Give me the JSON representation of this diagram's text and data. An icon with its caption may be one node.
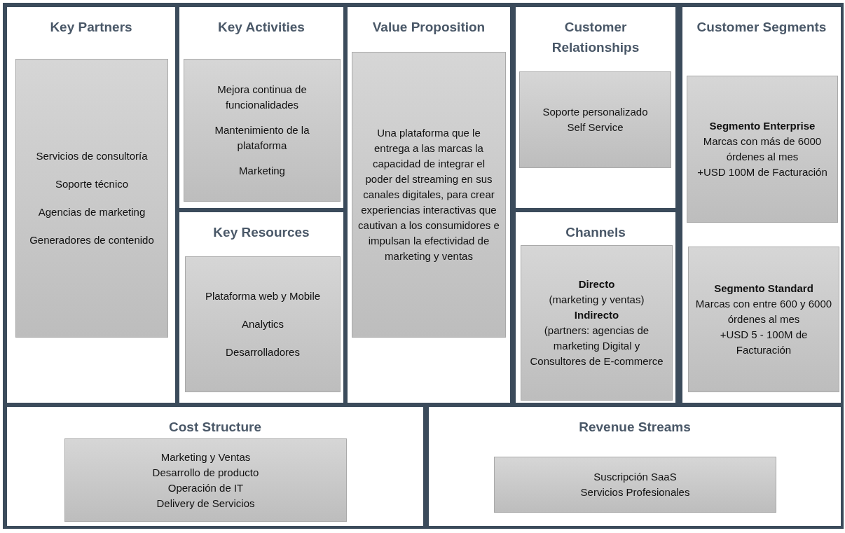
{
  "diagram": {
    "nodes": [
      {
        "text": [
          "Key Partners"
        ]
      },
      {
        "text": [
          "Servicios de consultoría",
          "Soporte técnico",
          "Agencias de marketing",
          "Generadores de contenido"
        ],
        "in": 0
      },
      {
        "text": [
          "Key Activities"
        ]
      },
      {
        "text": [
          "Mejora continua de funcionalidades",
          "Mantenimiento de la plataforma",
          "Marketing"
        ],
        "in": 2
      },
      {
        "text": [
          "Key Resources"
        ]
      },
      {
        "text": [
          "Plataforma web y Mobile",
          "Analytics",
          "Desarrolladores"
        ],
        "in": 4
      },
      {
        "text": [
          "Value Proposition"
        ]
      },
      {
        "text": [
          "Una plataforma que le entrega a las marcas la capacidad de integrar el poder del streaming en sus canales digitales, para crear experiencias interactivas que cautivan a los consumidores e impulsan la efectividad de marketing y ventas"
        ],
        "in": 6
      },
      {
        "text": [
          "Customer Relationships"
        ]
      },
      {
        "text": [
          "Soporte personalizado",
          "Self Service"
        ],
        "in": 8
      },
      {
        "text": [
          "Channels"
        ]
      },
      {
        "text": [
          "**Directo** (marketing y ventas)",
          "**Indirecto** (partners: agencias de marketing Digital y Consultores de E-commerce"
        ],
        "in": 10
      },
      {
        "text": [
          "Customer Segments"
        ]
      },
      {
        "text": [
          "**Segmento Enterprise** Marcas con más de 6000 órdenes al mes",
          "+USD 100M de Facturación"
        ],
        "in": 12
      },
      {
        "text": [
          "**Segmento Standard** Marcas con entre 600 y 6000 órdenes al mes",
          "+USD 5 - 100M de Facturación"
        ],
        "in": 12
      },
      {
        "text": [
          "Cost Structure"
        ]
      },
      {
        "text": [
          "Marketing y Ventas",
          "Desarrollo de producto",
          "Operación de IT",
          "Delivery de Servicios"
        ],
        "in": 15
      },
      {
        "text": [
          "Revenue Streams"
        ]
      },
      {
        "text": [
          "Suscripción SaaS",
          "Servicios Profesionales"
        ],
        "in": 17
      }
    ]
  }
}
